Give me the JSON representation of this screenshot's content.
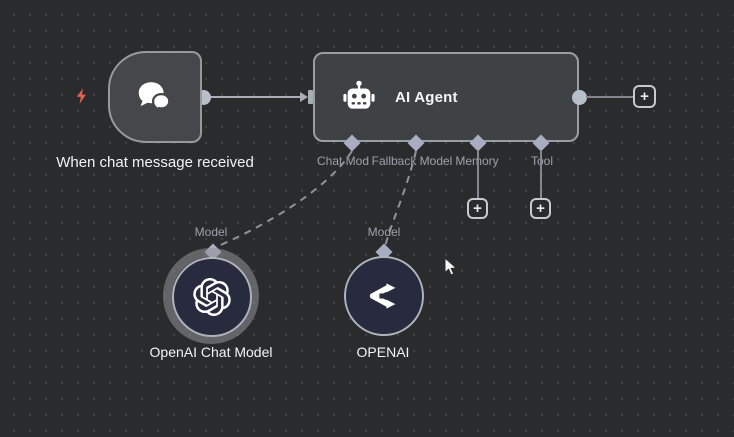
{
  "ui": {
    "plus": "+"
  },
  "colors": {
    "background": "#2a2b2d",
    "grid_dot": "#404144",
    "node_fill": "#414347",
    "node_border": "#97999c",
    "connector": "#a9aeb6",
    "port_diamond": "#a9adc2",
    "muted_label": "#9ba0aa",
    "model_circle_fill": "#282a3d",
    "selection_ring": "#929499",
    "trigger_bolt": "#e9614e",
    "text": "#f2f3f4"
  },
  "nodes": {
    "trigger": {
      "label": "When chat message received"
    },
    "agent": {
      "label": "AI Agent",
      "ports": [
        {
          "label": "Chat Mod"
        },
        {
          "label": "Fallback Model"
        },
        {
          "label": "Memory"
        },
        {
          "label": "Tool"
        }
      ]
    },
    "chat_model": {
      "label": "OpenAI Chat Model",
      "port_label": "Model"
    },
    "openai": {
      "label": "OPENAI",
      "port_label": "Model"
    }
  }
}
